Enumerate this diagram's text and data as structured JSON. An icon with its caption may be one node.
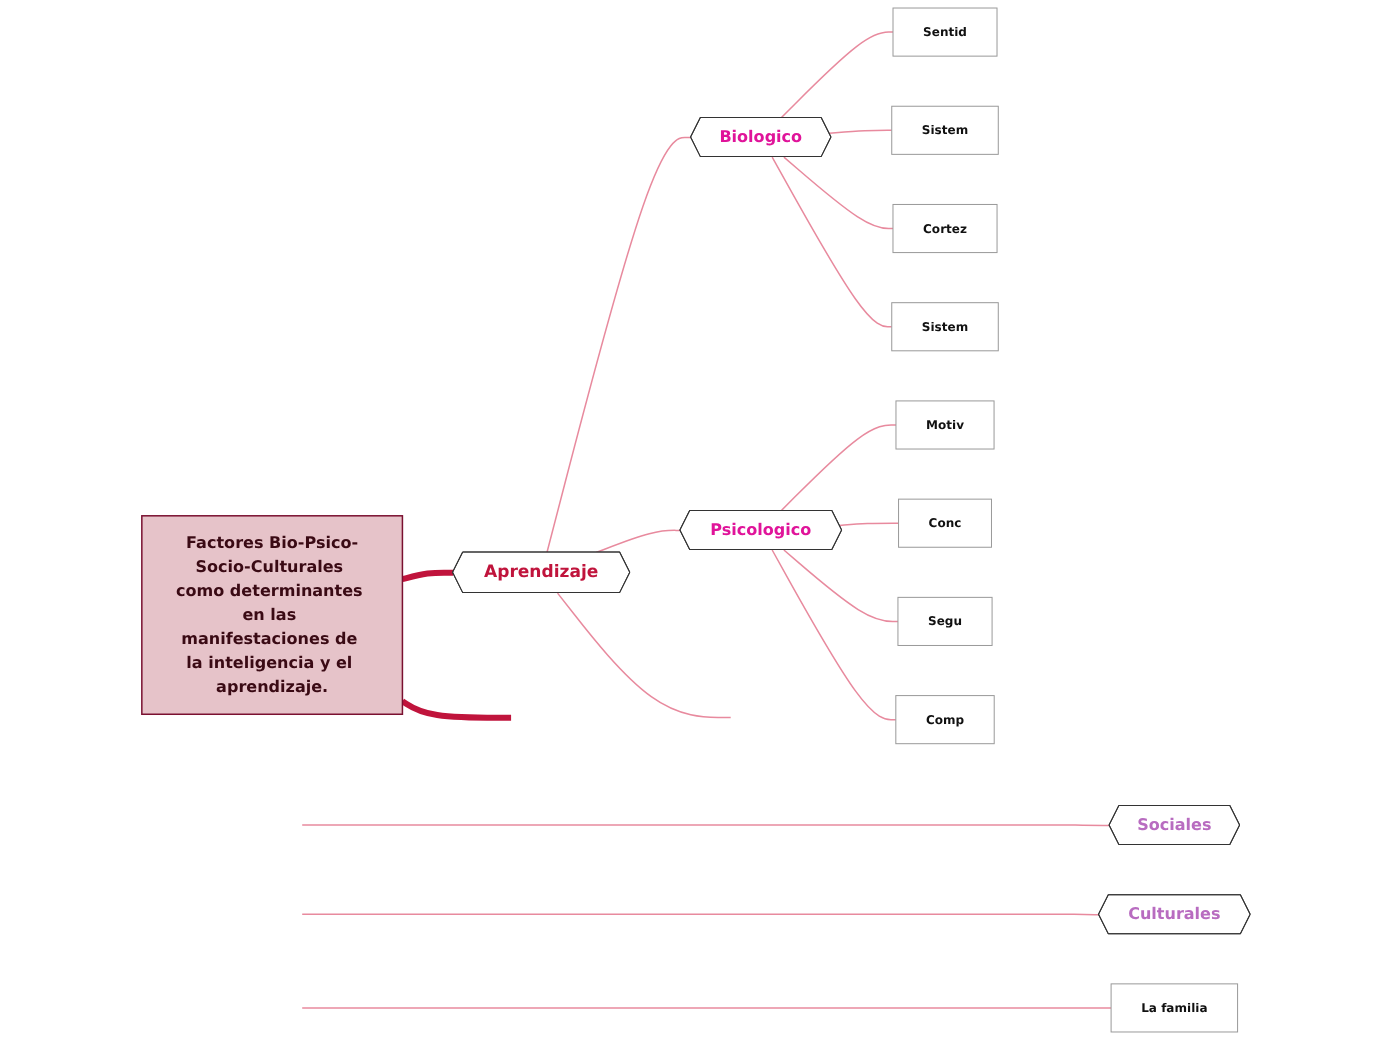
{
  "diagram": {
    "nodes": [
      {
        "text": [
          "Sociales"
        ]
      },
      {
        "text": [
          "Culturales"
        ]
      },
      {
        "text": [
          "Factores Bio-Psico-Socio-Culturales como determinantes en las manifestaciones de la inteligencia y el aprendizaje."
        ]
      },
      {
        "text": [
          "Aprendizaje"
        ]
      },
      {
        "text": [
          "Biologico"
        ]
      },
      {
        "text": [
          "Sentid"
        ]
      },
      {
        "text": [
          "Sistem"
        ]
      },
      {
        "text": [
          "Cortez"
        ]
      },
      {
        "text": [
          "Sistem"
        ]
      },
      {
        "text": [
          "Psicologico"
        ]
      },
      {
        "text": [
          "Motiv"
        ]
      },
      {
        "text": [
          "Conc"
        ]
      },
      {
        "text": [
          "Segu"
        ]
      },
      {
        "text": [
          "Comp"
        ]
      },
      {
        "text": [
          "La familia"
        ]
      }
    ],
    "edges": [
      {
        "from": 2,
        "to": null,
        "arrow": "none",
        "style": "thick",
        "color": "#c0143c"
      },
      {
        "from": null,
        "to": 0,
        "arrow": "none"
      },
      {
        "from": null,
        "to": 1,
        "arrow": "none"
      },
      {
        "from": 2,
        "to": 3,
        "arrow": "none",
        "style": "thick",
        "color": "#c0143c"
      },
      {
        "from": 3,
        "to": 4,
        "arrow": "none"
      },
      {
        "from": 4,
        "to": 5,
        "arrow": "none"
      },
      {
        "from": 4,
        "to": 6,
        "arrow": "none"
      },
      {
        "from": 4,
        "to": 7,
        "arrow": "none"
      },
      {
        "from": 4,
        "to": 8,
        "arrow": "none"
      },
      {
        "from": 3,
        "to": 9,
        "arrow": "none"
      },
      {
        "from": 9,
        "to": 10,
        "arrow": "none"
      },
      {
        "from": 9,
        "to": 11,
        "arrow": "none"
      },
      {
        "from": 9,
        "to": 12,
        "arrow": "none"
      },
      {
        "from": 9,
        "to": 13,
        "arrow": "none"
      },
      {
        "from": 3,
        "to": null,
        "arrow": "none"
      },
      {
        "from": null,
        "to": 14,
        "arrow": "none"
      }
    ]
  }
}
